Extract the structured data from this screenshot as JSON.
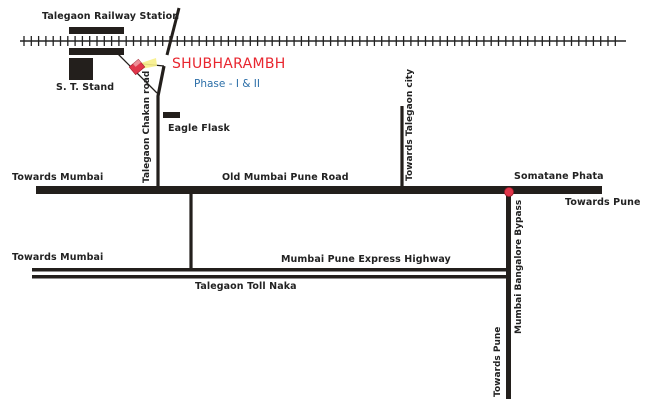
{
  "project": {
    "name": "SHUBHARAMBH",
    "phase": "Phase - I & II",
    "name_color": "#e8262f",
    "phase_color": "#2c6fa8"
  },
  "landmarks": {
    "railway_station": "Talegaon Railway Station",
    "st_stand": "S. T. Stand",
    "eagle_flask": "Eagle Flask",
    "somatane_phata": "Somatane Phata",
    "toll_naka": "Talegaon Toll Naka"
  },
  "roads": {
    "chakan_road": "Talegaon Chakan road",
    "towards_talegaon_city": "Towards Talegaon city",
    "old_mumbai_pune_road": "Old Mumbai Pune Road",
    "express_highway": "Mumbai Pune Express Highway",
    "bangalore_bypass": "Mumbai Bangalore Bypass"
  },
  "directions": {
    "towards_mumbai_1": "Towards Mumbai",
    "towards_mumbai_2": "Towards Mumbai",
    "towards_pune_east": "Towards Pune",
    "towards_pune_south": "Towards Pune"
  },
  "colors": {
    "road": "#231f1c",
    "marker": "#e0364a",
    "junction": "#e0364a"
  }
}
